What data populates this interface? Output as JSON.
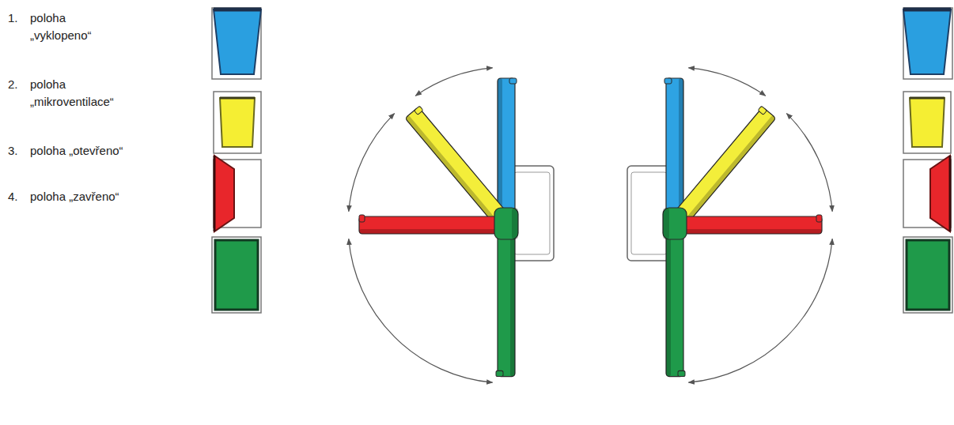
{
  "diagram": {
    "labels": [
      "1.",
      "poloha „vyklopeno“",
      "2.",
      "poloha „mikroventilace“",
      "3.",
      "poloha „otevřeno“",
      "4.",
      "poloha „zavřeno“"
    ]
  }
}
